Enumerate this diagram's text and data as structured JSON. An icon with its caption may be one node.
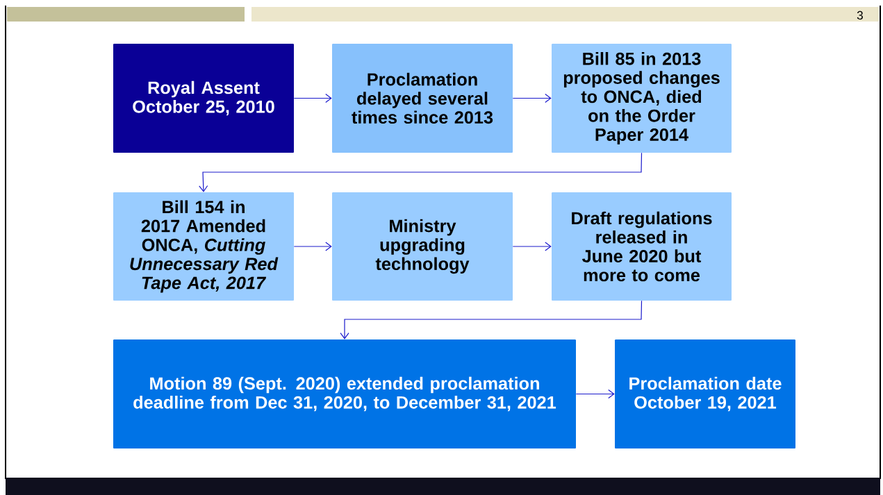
{
  "diagram": {
    "nodes": [
      {
        "text": [
          "Royal Assent October 25, 2010"
        ]
      },
      {
        "text": [
          "Proclamation delayed several times since 2013"
        ]
      },
      {
        "text": [
          "Bill 85 in 2013 proposed changes to ONCA, died on the Order Paper 2014"
        ]
      },
      {
        "text": [
          "Bill 154 in 2017 Amended ONCA, *Cutting Unnecessary Red Tape Act, 2017*"
        ]
      },
      {
        "text": [
          "Ministry upgrading technology"
        ]
      },
      {
        "text": [
          "Draft regulations released in June 2020 but more to come"
        ]
      },
      {
        "text": [
          "Motion 89 (Sept. 2020) extended proclamation deadline from Dec 31, 2020, to December 31, 2021"
        ]
      },
      {
        "text": [
          "Proclamation date October 19, 2021"
        ]
      }
    ],
    "edges": [
      {
        "from": 0,
        "to": 1,
        "arrow": "to"
      },
      {
        "from": 1,
        "to": 2,
        "arrow": "to"
      },
      {
        "from": 2,
        "to": 3,
        "arrow": "to"
      },
      {
        "from": 3,
        "to": 4,
        "arrow": "to"
      },
      {
        "from": 4,
        "to": 5,
        "arrow": "to"
      },
      {
        "from": 5,
        "to": 6,
        "arrow": "to"
      },
      {
        "from": 6,
        "to": 7,
        "arrow": "to"
      }
    ],
    "labels": [
      "3"
    ]
  }
}
